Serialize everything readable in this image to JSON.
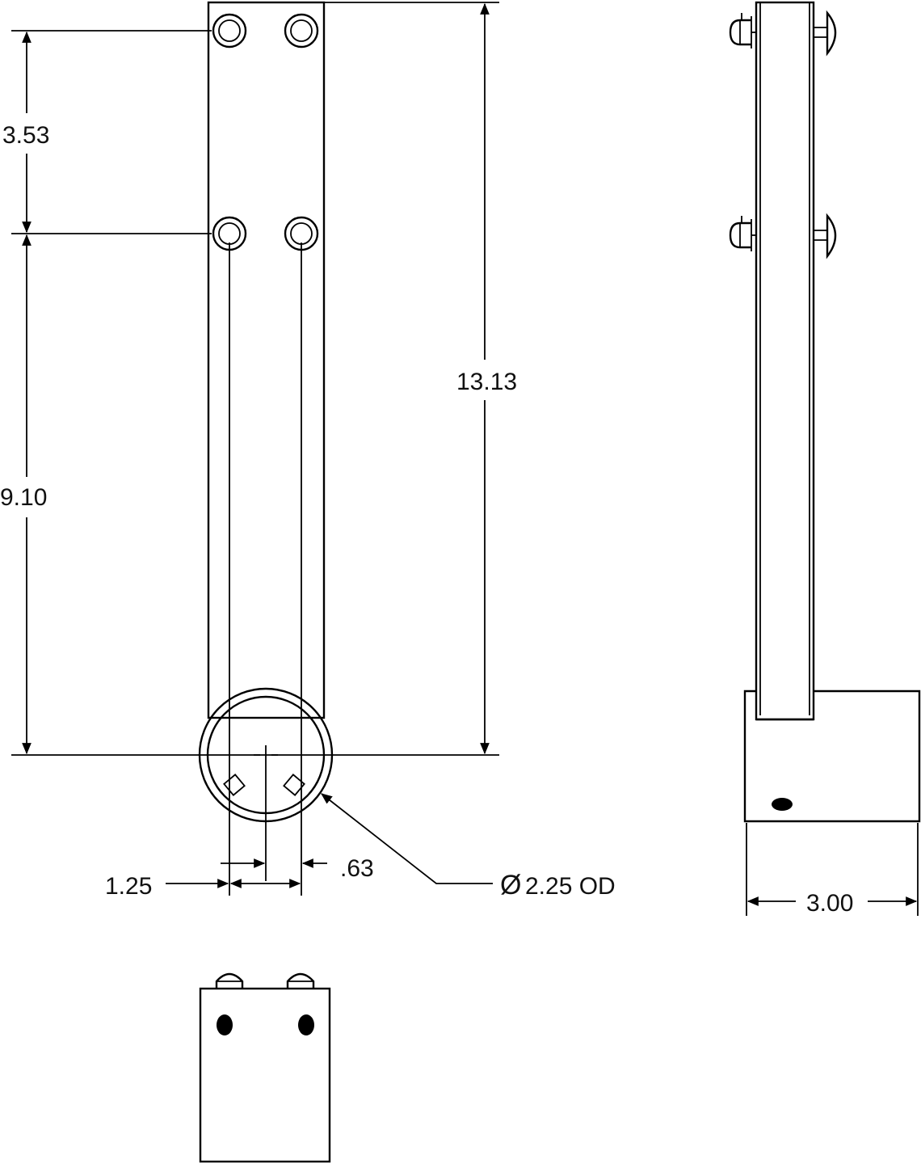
{
  "drawing": {
    "views": [
      "front-view",
      "side-view",
      "bottom-view"
    ],
    "dimensions": {
      "upper_hole_spacing": "3.53",
      "lower_hole_to_center": "9.10",
      "overall_height": "13.13",
      "slot_width": "1.25",
      "slot_offset": ".63",
      "tube_diameter": "2.25 OD",
      "diameter_symbol": "Ø",
      "base_width": "3.00"
    }
  }
}
